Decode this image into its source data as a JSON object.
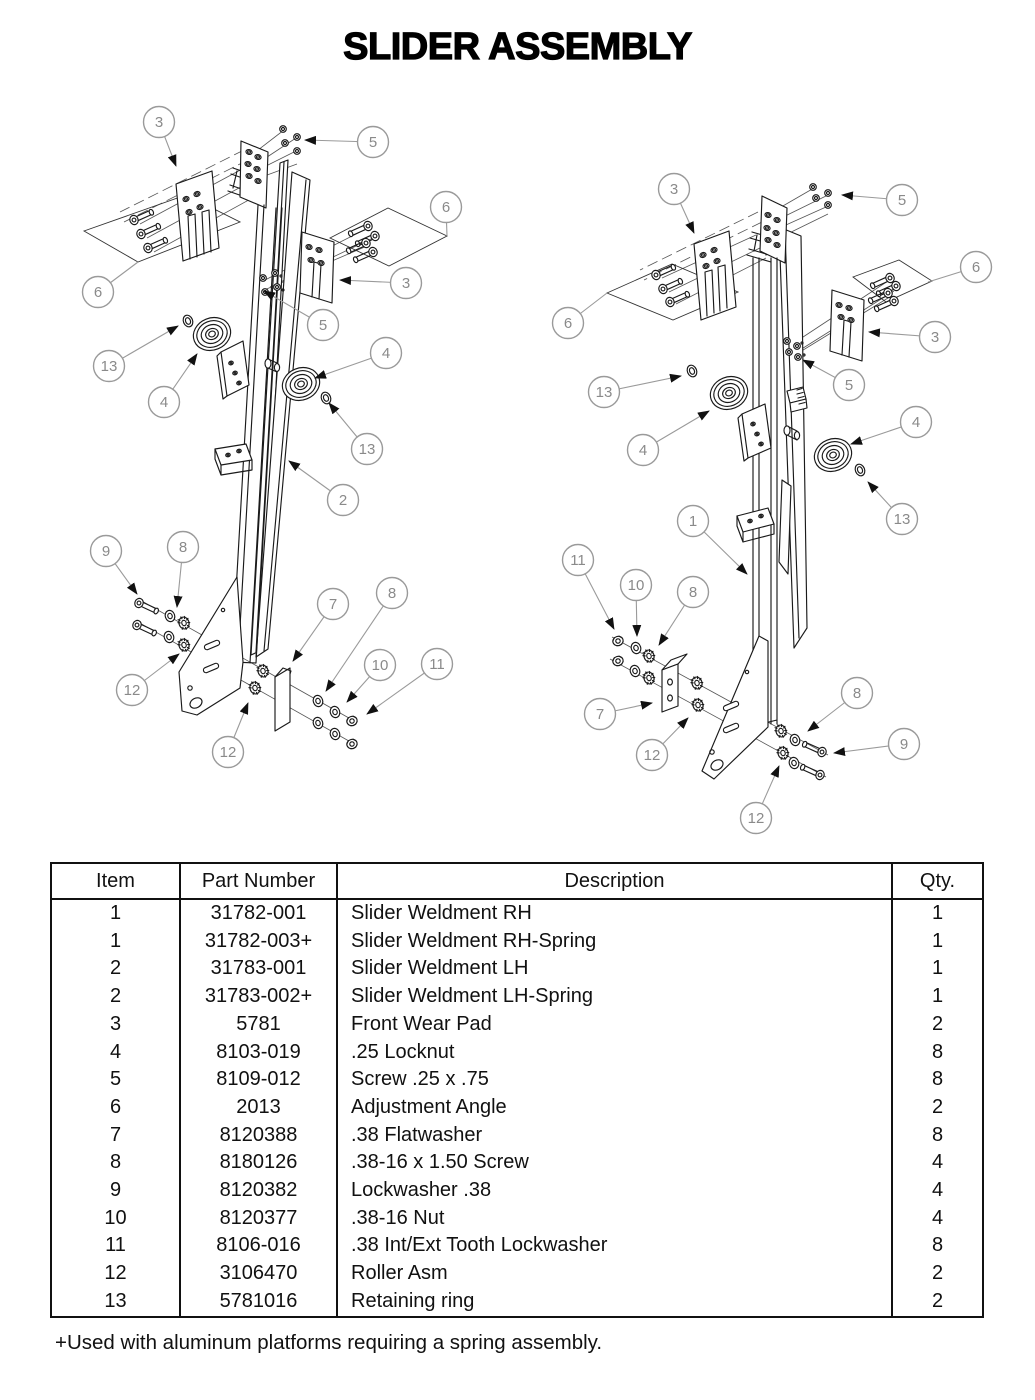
{
  "title": "SLIDER ASSEMBLY",
  "footnote": "+Used with aluminum platforms requiring a spring assembly.",
  "colors": {
    "background": "#ffffff",
    "drawing_line": "#1a1a1a",
    "callout": "#8a8a8a",
    "arrowhead": "#111111",
    "table_border": "#111111"
  },
  "table": {
    "headers": [
      "Item",
      "Part Number",
      "Description",
      "Qty."
    ],
    "rows": [
      {
        "item": "1",
        "part": "31782-001",
        "desc": "Slider Weldment RH",
        "qty": "1"
      },
      {
        "item": "1",
        "part": "31782-003+",
        "desc": "Slider Weldment RH-Spring",
        "qty": "1"
      },
      {
        "item": "2",
        "part": "31783-001",
        "desc": "Slider Weldment LH",
        "qty": "1"
      },
      {
        "item": "2",
        "part": "31783-002+",
        "desc": "Slider Weldment LH-Spring",
        "qty": "1"
      },
      {
        "item": "3",
        "part": "5781",
        "desc": "Front Wear Pad",
        "qty": "2"
      },
      {
        "item": "4",
        "part": "8103-019",
        "desc": ".25 Locknut",
        "qty": "8"
      },
      {
        "item": "5",
        "part": "8109-012",
        "desc": "Screw .25 x .75",
        "qty": "8"
      },
      {
        "item": "6",
        "part": "2013",
        "desc": "Adjustment Angle",
        "qty": "2"
      },
      {
        "item": "7",
        "part": "8120388",
        "desc": ".38 Flatwasher",
        "qty": "8"
      },
      {
        "item": "8",
        "part": "8180126",
        "desc": ".38-16 x 1.50 Screw",
        "qty": "4"
      },
      {
        "item": "9",
        "part": "8120382",
        "desc": "Lockwasher .38",
        "qty": "4"
      },
      {
        "item": "10",
        "part": "8120377",
        "desc": ".38-16 Nut",
        "qty": "4"
      },
      {
        "item": "11",
        "part": "8106-016",
        "desc": ".38 Int/Ext Tooth Lockwasher",
        "qty": "8"
      },
      {
        "item": "12",
        "part": "3106470",
        "desc": "Roller Asm",
        "qty": "2"
      },
      {
        "item": "13",
        "part": "5781016",
        "desc": "Retaining ring",
        "qty": "2"
      }
    ]
  },
  "diagrams": {
    "left": {
      "balloons": [
        {
          "n": "3"
        },
        {
          "n": "5"
        },
        {
          "n": "6"
        },
        {
          "n": "3"
        },
        {
          "n": "6"
        },
        {
          "n": "5"
        },
        {
          "n": "13"
        },
        {
          "n": "4"
        },
        {
          "n": "4"
        },
        {
          "n": "13"
        },
        {
          "n": "2"
        },
        {
          "n": "9"
        },
        {
          "n": "8"
        },
        {
          "n": "12"
        },
        {
          "n": "7"
        },
        {
          "n": "8"
        },
        {
          "n": "10"
        },
        {
          "n": "11"
        },
        {
          "n": "12"
        }
      ]
    },
    "right": {
      "balloons": [
        {
          "n": "3"
        },
        {
          "n": "5"
        },
        {
          "n": "6"
        },
        {
          "n": "3"
        },
        {
          "n": "6"
        },
        {
          "n": "5"
        },
        {
          "n": "13"
        },
        {
          "n": "4"
        },
        {
          "n": "4"
        },
        {
          "n": "13"
        },
        {
          "n": "1"
        },
        {
          "n": "11"
        },
        {
          "n": "10"
        },
        {
          "n": "8"
        },
        {
          "n": "7"
        },
        {
          "n": "12"
        },
        {
          "n": "8"
        },
        {
          "n": "9"
        },
        {
          "n": "12"
        }
      ]
    }
  }
}
